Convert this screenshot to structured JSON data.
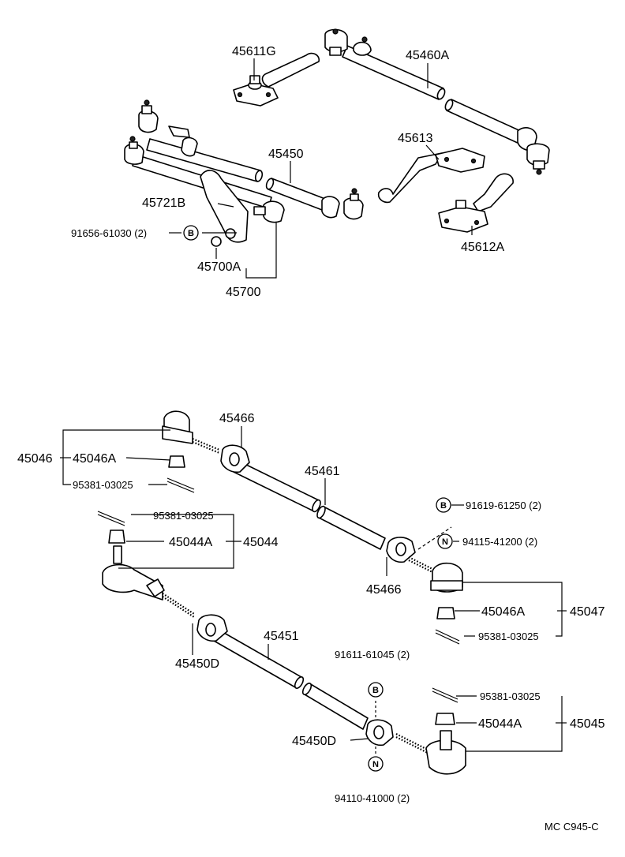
{
  "callouts": {
    "p45611G": "45611G",
    "p45460A": "45460A",
    "p45450": "45450",
    "p45613": "45613",
    "p45721B": "45721B",
    "p91656": "91656-61030 (2)",
    "p45700A": "45700A",
    "p45700": "45700",
    "p45612A": "45612A",
    "p45466_top": "45466",
    "p45046": "45046",
    "p45046A_left": "45046A",
    "p95381_a": "95381-03025",
    "p45461": "45461",
    "p91619": "91619-61250 (2)",
    "p95381_b": "95381-03025",
    "p94115": "94115-41200 (2)",
    "p45044A": "45044A",
    "p45044": "45044",
    "p45466_bot": "45466",
    "p45046A_right": "45046A",
    "p45047": "45047",
    "p95381_c": "95381-03025",
    "p45451": "45451",
    "p45450D_left": "45450D",
    "p91611": "91611-61045 (2)",
    "p95381_d": "95381-03025",
    "p45044A_right": "45044A",
    "p45045": "45045",
    "p45450D_right": "45450D",
    "p94110": "94110-41000 (2)"
  },
  "symbols": {
    "b": "B",
    "n": "N"
  },
  "footer": "MC  C945-C"
}
